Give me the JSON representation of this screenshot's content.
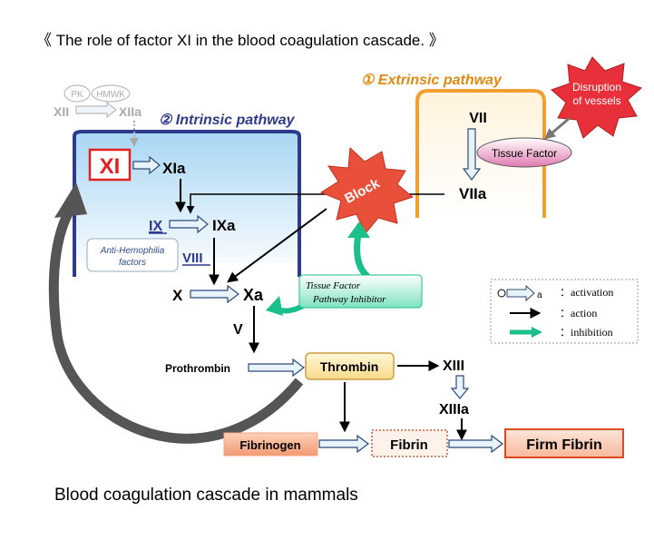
{
  "title": "《 The role of factor XI in the blood coagulation cascade. 》",
  "caption": "Blood coagulation cascade in mammals",
  "extrinsic": {
    "label": "① Extrinsic pathway",
    "vii": "VII",
    "viia": "VIIa",
    "tissue_factor": "Tissue Factor",
    "disruption_line1": "Disruption",
    "disruption_line2": "of vessels"
  },
  "intrinsic": {
    "label": "② Intrinsic pathway",
    "pk": "PK",
    "hmwk": "HMWK",
    "xii": "XII",
    "xiia": "XIIa",
    "xi": "XI",
    "xia": "XIa",
    "ix": "IX",
    "ixa": "IXa",
    "viii": "VIII",
    "antihemo_line1": "Anti-Hemophilia",
    "antihemo_line2": "factors"
  },
  "common": {
    "x": "X",
    "xa": "Xa",
    "v": "V",
    "prothrombin": "Prothrombin",
    "thrombin": "Thrombin",
    "xiii": "XIII",
    "xiiia": "XIIIa",
    "fibrinogen": "Fibrinogen",
    "fibrin": "Fibrin",
    "firm_fibrin": "Firm Fibrin"
  },
  "block": "Block",
  "tfpi": {
    "line1": "Tissue Factor",
    "line2": "Pathway Inhibitor"
  },
  "legend": {
    "activation_a": "a",
    "activation": "：activation",
    "action": "：action",
    "inhibition": "：inhibition"
  },
  "colors": {
    "intrinsic_stroke": "#2e3a8c",
    "intrinsic_text": "#2e3a8c",
    "extrinsic_stroke": "#f0a030",
    "extrinsic_text": "#e08a10",
    "xi_red": "#e02020",
    "block_red": "#e8503a",
    "inhibitor_green": "#1abf8a",
    "thrombin_fill": "#fde9a8",
    "fibrinogen_fill": "#f4a582",
    "firm_fibrin_fill": "#fbd5c3",
    "disruption_red": "#e8303a",
    "tissue_factor_fill": "#e07ab0"
  }
}
